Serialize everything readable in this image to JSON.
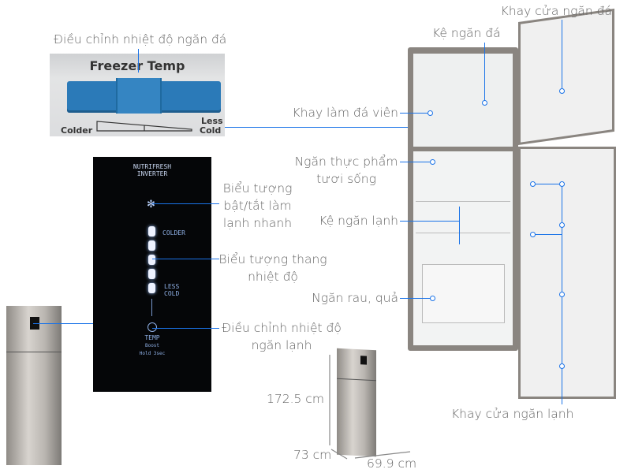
{
  "freezer_control": {
    "label": "Điều chỉnh nhiệt độ ngăn đá",
    "panel_title": "Freezer Temp",
    "colder": "Colder",
    "less": "Less",
    "cold": "Cold"
  },
  "control_panel": {
    "brand_line1": "NUTRIFRESH",
    "brand_line2": "INVERTER",
    "colder": "COLDER",
    "less": "LESS",
    "cold": "COLD",
    "temp": "TEMP",
    "boost": "Boost",
    "hold": "Hold 3sec"
  },
  "labels": {
    "quick_cool_1": "Biểu tượng",
    "quick_cool_2": "bật/tắt làm",
    "quick_cool_3": "lạnh nhanh",
    "temp_scale_1": "Biểu tượng thang",
    "temp_scale_2": "nhiệt độ",
    "fridge_temp_1": "Điều chỉnh nhiệt độ",
    "fridge_temp_2": "ngăn lạnh",
    "freezer_door_tray": "Khay cửa ngăn đá",
    "freezer_shelf": "Kệ ngăn đá",
    "ice_tray": "Khay làm đá viên",
    "fresh_food_1": "Ngăn thực phẩm",
    "fresh_food_2": "tươi sống",
    "fridge_shelf": "Kệ ngăn lạnh",
    "crisper": "Ngăn rau, quả",
    "fridge_door_tray": "Khay cửa ngăn lạnh"
  },
  "dimensions": {
    "height": "172.5 cm",
    "depth": "73 cm",
    "width": "69.9 cm"
  },
  "colors": {
    "accent": "#1a73e8"
  }
}
